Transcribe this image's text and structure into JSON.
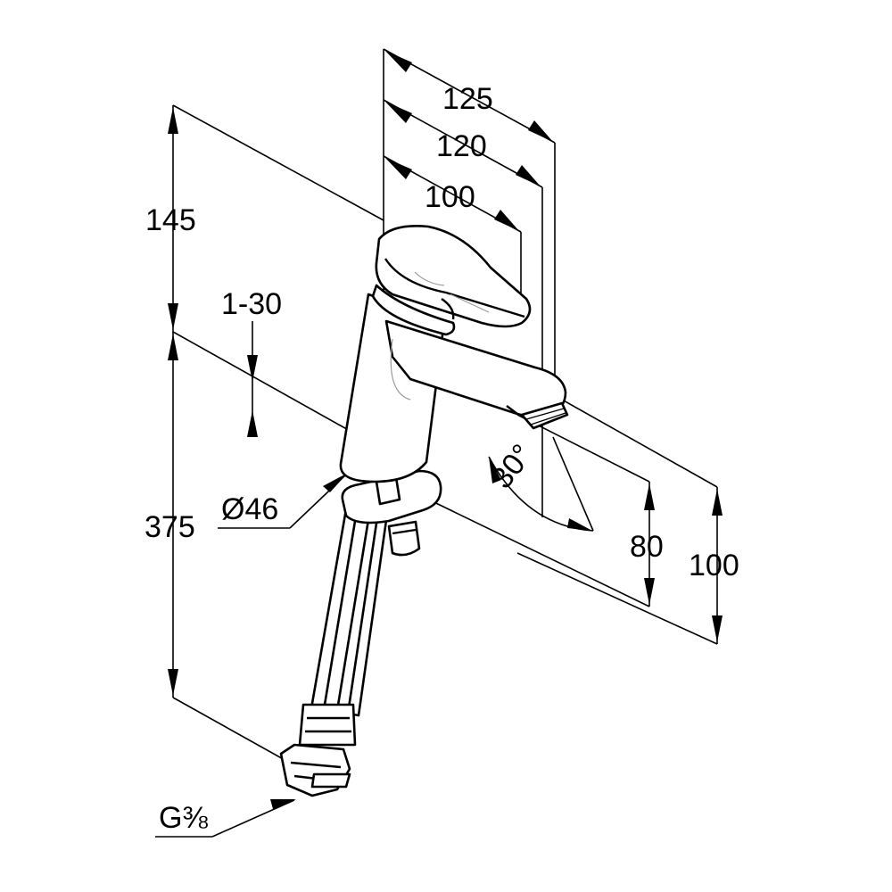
{
  "labels": {
    "width_125": "125",
    "width_120": "120",
    "width_100": "100",
    "height_145": "145",
    "thickness": "1-30",
    "diameter": "Ø46",
    "hose_length": "375",
    "spout_80": "80",
    "spout_100": "100",
    "angle": "30°",
    "thread": "G⅜"
  }
}
